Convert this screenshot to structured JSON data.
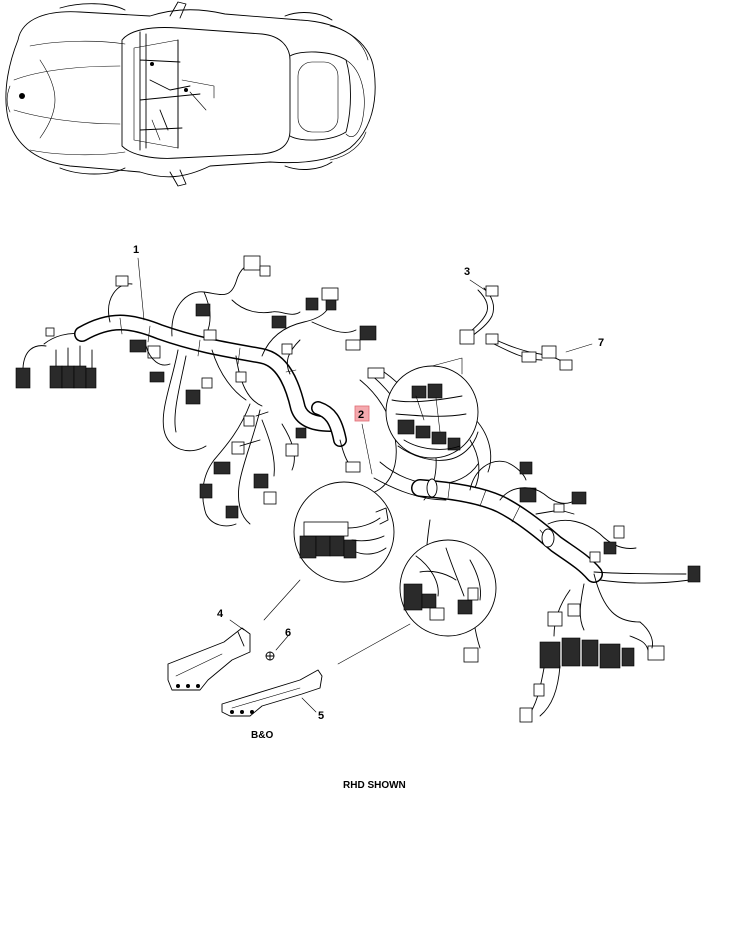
{
  "callouts": {
    "c1": "1",
    "c2": "2",
    "c3": "3",
    "c4": "4",
    "c5": "5",
    "c6": "6",
    "c7": "7"
  },
  "labels": {
    "bo": "B&O",
    "rhd_shown": "RHD SHOWN"
  },
  "colors": {
    "highlight_fill": "#f4a9ae",
    "highlight_stroke": "#e06a72",
    "line": "#000000"
  }
}
